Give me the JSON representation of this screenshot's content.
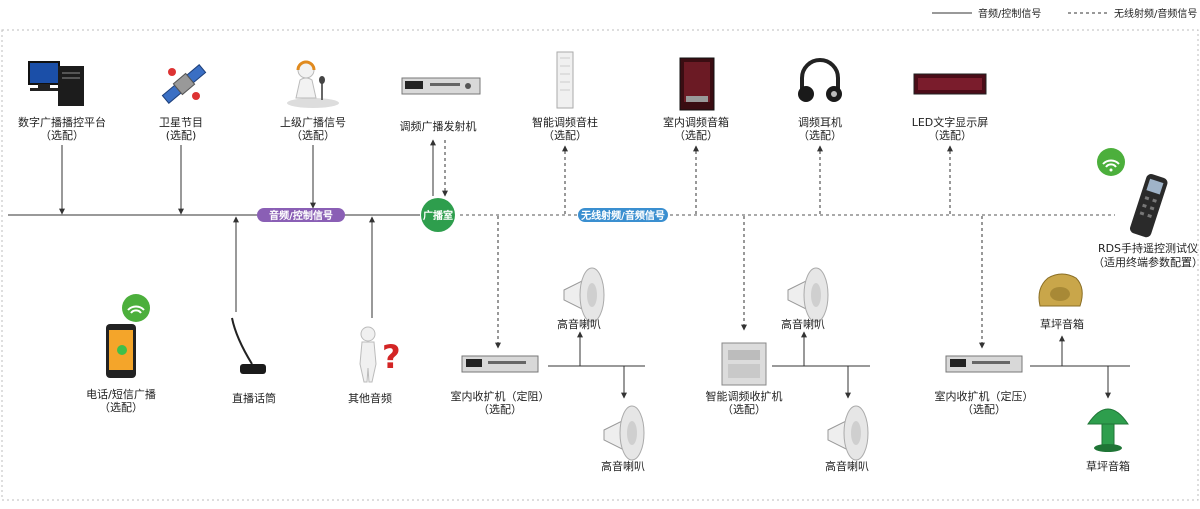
{
  "legend": {
    "solid": "音频/控制信号",
    "dashed": "无线射频/音频信号"
  },
  "hub": {
    "label": "广播室",
    "color": "#2e9e4d"
  },
  "badges": {
    "audio": {
      "label": "音频/控制信号",
      "color": "#8a5fb5"
    },
    "wireless": {
      "label": "无线射频/音频信号",
      "color": "#3a8fd0"
    }
  },
  "sources_top": [
    {
      "icon": "computer-icon",
      "lines": [
        "数字广播播控平台",
        "（选配）"
      ]
    },
    {
      "icon": "satellite-icon",
      "lines": [
        "卫星节目",
        "(选配)"
      ]
    },
    {
      "icon": "broadcaster-icon",
      "lines": [
        "上级广播信号",
        "（选配）"
      ]
    },
    {
      "icon": "transmitter-icon",
      "lines": [
        "调频广播发射机"
      ]
    }
  ],
  "receivers_top": [
    {
      "icon": "column-speaker-icon",
      "lines": [
        "智能调频音柱",
        "（选配）"
      ]
    },
    {
      "icon": "indoor-speaker-icon",
      "lines": [
        "室内调频音箱",
        "（选配）"
      ]
    },
    {
      "icon": "headphones-icon",
      "lines": [
        "调频耳机",
        "（选配）"
      ]
    },
    {
      "icon": "led-display-icon",
      "lines": [
        "LED文字显示屏",
        "（选配）"
      ]
    }
  ],
  "remote": {
    "icon": "remote-icon",
    "lines": [
      "RDS手持遥控测试仪",
      "（适用终端参数配置）"
    ]
  },
  "sources_bottom": [
    {
      "icon": "phone-icon",
      "lines": [
        "电话/短信广播",
        "（选配）"
      ]
    },
    {
      "icon": "microphone-icon",
      "lines": [
        "直播话筒"
      ]
    },
    {
      "icon": "question-icon",
      "lines": [
        "其他音频"
      ]
    }
  ],
  "amplifiers": [
    {
      "icon": "amplifier-icon",
      "lines": [
        "室内收扩机（定阻）",
        "（选配）"
      ],
      "outputs": [
        "高音喇叭",
        "高音喇叭"
      ]
    },
    {
      "icon": "smart-amplifier-icon",
      "lines": [
        "智能调频收扩机",
        "（选配）"
      ],
      "outputs": [
        "高音喇叭",
        "高音喇叭"
      ]
    },
    {
      "icon": "amplifier-icon",
      "lines": [
        "室内收扩机（定压）",
        "（选配）"
      ],
      "outputs": [
        "草坪音箱",
        "草坪音箱"
      ]
    }
  ]
}
